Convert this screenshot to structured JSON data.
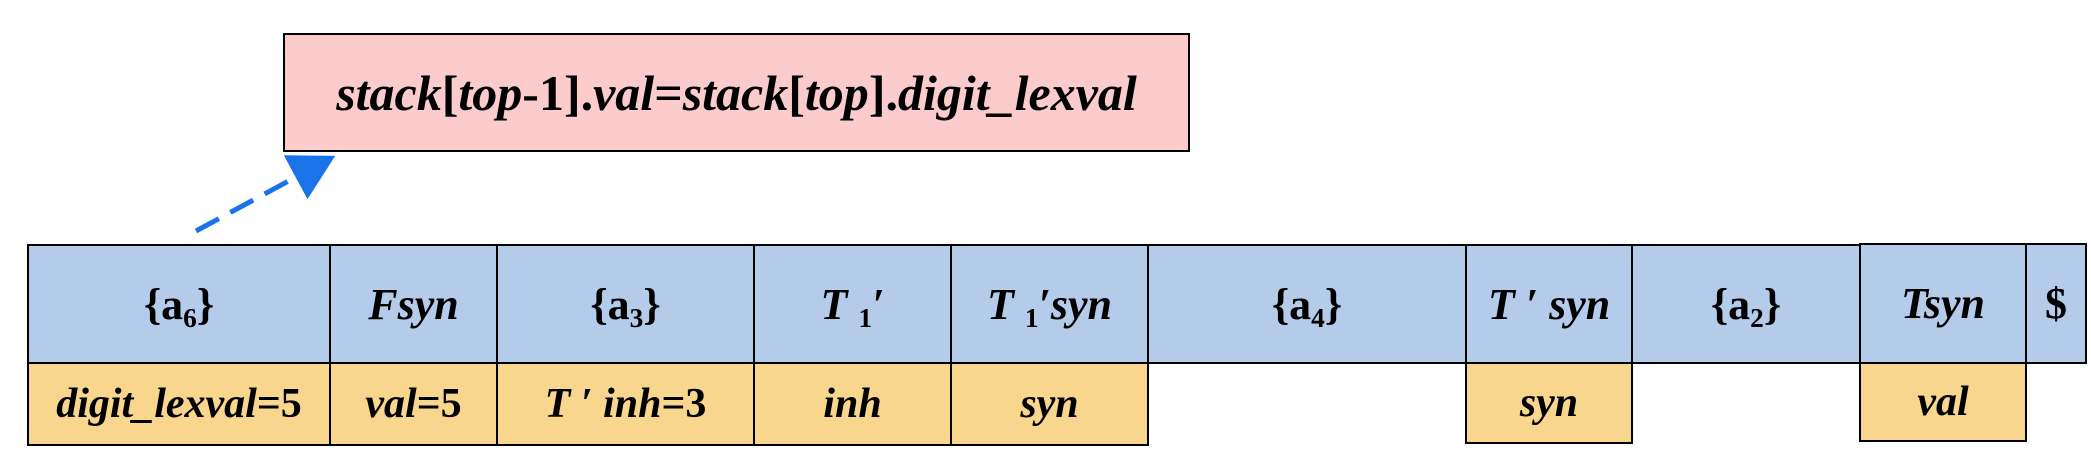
{
  "formula": {
    "parts": [
      "stack",
      "[",
      "top",
      "-1].",
      "val",
      "=",
      "stack",
      "[",
      "top",
      "].",
      "digit_lexval"
    ]
  },
  "stack_cells": [
    {
      "text": "{a",
      "sub": "6",
      "tail": "}"
    },
    {
      "text": "Fsyn"
    },
    {
      "text": "{a",
      "sub": "3",
      "tail": "}"
    },
    {
      "text": "T ",
      "sub": "1",
      "tail": "′"
    },
    {
      "text": "T ",
      "sub": "1",
      "tail": "′syn"
    },
    {
      "text": "{a",
      "sub": "4",
      "tail": "}"
    },
    {
      "text": "T ′ syn"
    },
    {
      "text": "{a",
      "sub": "2",
      "tail": "}"
    },
    {
      "text": "Tsyn"
    },
    {
      "text": "$"
    }
  ],
  "attr_cells": [
    {
      "italic": "digit_lexval",
      "normal": "=5"
    },
    {
      "italic": "val",
      "normal": "=5"
    },
    {
      "italic": "T ′ inh",
      "normal": "=3"
    },
    {
      "italic": "inh",
      "normal": ""
    },
    {
      "italic": "syn",
      "normal": ""
    },
    {
      "italic": "syn",
      "normal": ""
    },
    {
      "italic": "val",
      "normal": ""
    }
  ],
  "colors": {
    "stack_fill": "#b4cbea",
    "attr_fill": "#f8d68e",
    "formula_fill": "#fccbcb",
    "arrow": "#1a73e8"
  }
}
